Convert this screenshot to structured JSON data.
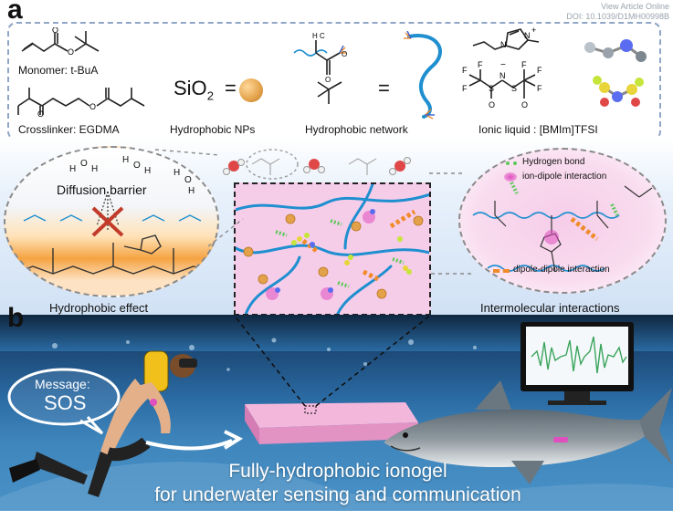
{
  "watermark": {
    "line1": "View Article Online",
    "line2": "DOI: 10.1039/D1MH00998B"
  },
  "panel_a": {
    "label": "a",
    "monomer_caption": "Monomer: t-BuA",
    "crosslinker_caption": "Crosslinker: EGDMA",
    "sio2_formula": "SiO",
    "sio2_subscript": "2",
    "sio2_equals": "=",
    "nps_caption": "Hydrophobic NPs",
    "network_equals": "=",
    "network_caption": "Hydrophobic network",
    "il_caption": "Ionic liquid : [BMIm]TFSI",
    "atoms": {
      "n_plus": "N",
      "plus": "+",
      "n": "N",
      "minus": "−",
      "f": "F",
      "o": "O",
      "s": "S",
      "h": "H",
      "o_water": "O",
      "h2": "H",
      "c": "C"
    },
    "diffusion_barrier": "Diffusion barrier",
    "hydrophobic_effect": "Hydrophobic effect",
    "intermolecular": "Intermolecular interactions",
    "legend": {
      "hbond": "Hydrogen bond",
      "ion_dipole": "ion-dipole interaction",
      "dipole_dipole": "dipole-dipole interaction"
    }
  },
  "panel_b": {
    "label": "b",
    "message_line1": "Message:",
    "message_line2": "SOS",
    "title_line1": "Fully-hydrophobic ionogel",
    "title_line2": "for underwater sensing and communication"
  },
  "colors": {
    "dashed_border": "#8fa6c6",
    "sphere": "#e3a24a",
    "network": "#1f8fd0",
    "pink_bg": "#f6cde9",
    "orange_glow": "#f5a341",
    "hbond": "#5cc95a",
    "ion_dipole": "#e04fc0",
    "dipole_dipole": "#f08a2a",
    "water": "#2a6aa2"
  }
}
